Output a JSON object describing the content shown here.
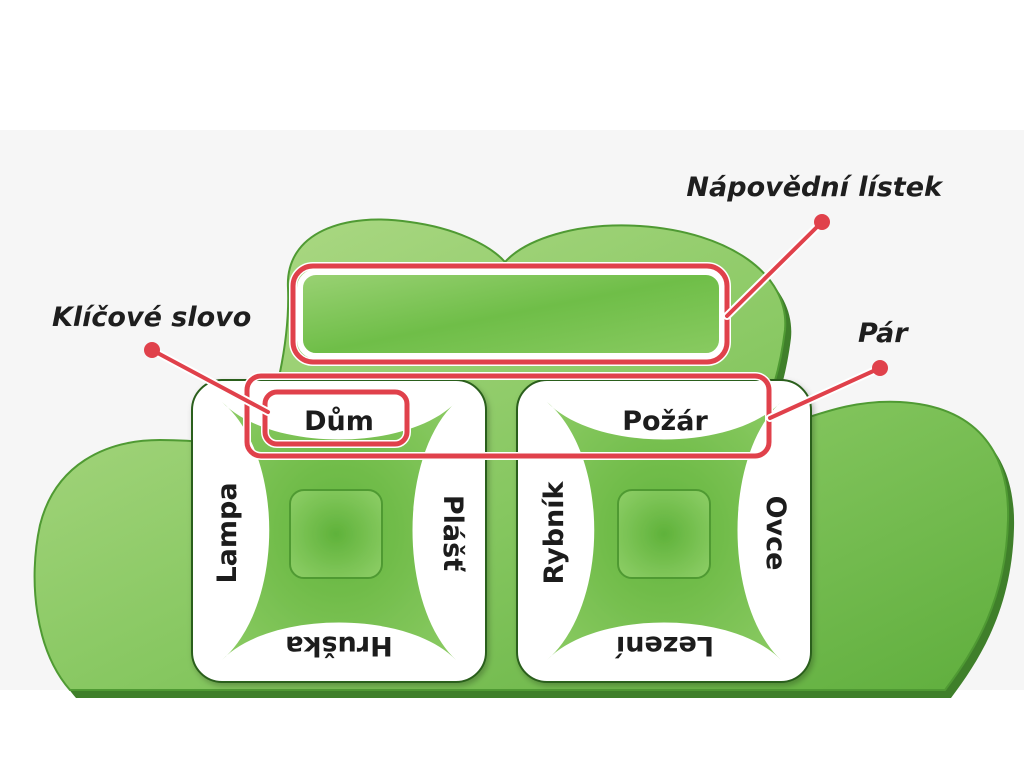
{
  "colors": {
    "background": "#ffffff",
    "leaf_light": "#a8d67c",
    "leaf_mid": "#7cc257",
    "leaf_dark": "#4f9a33",
    "leaf_shadow": "#3f7f2a",
    "highlight": "#e0414b",
    "card_white": "#ffffff",
    "text": "#1c1c1c"
  },
  "labels": {
    "hint_card": "Nápovědní lístek",
    "keyword": "Klíčové slovo",
    "pair": "Pár"
  },
  "cards": [
    {
      "top": "Dům",
      "left": "Lampa",
      "right": "Plášť",
      "bottom": "Hruška"
    },
    {
      "top": "Požár",
      "left": "Rybník",
      "right": "Ovce",
      "bottom": "Lezení"
    }
  ]
}
